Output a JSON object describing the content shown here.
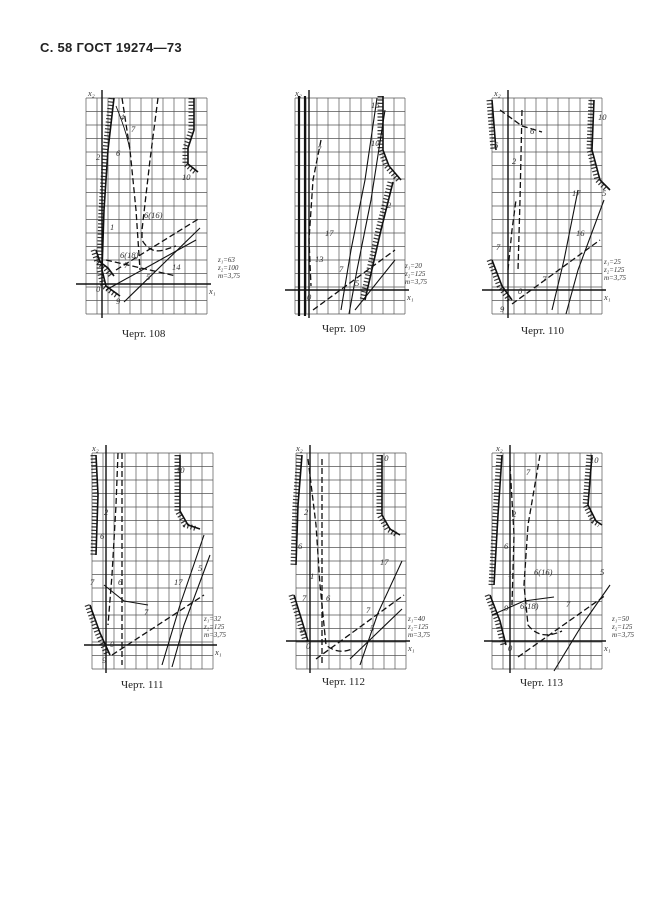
{
  "header": {
    "page_ref": "С. 58",
    "standard": "ГОСТ 19274—73"
  },
  "figures": [
    {
      "caption": "Черт. 108",
      "axis_y": "x₂",
      "axis_x": "x₁",
      "params": [
        "z₁=63",
        "z₂=100",
        "m=3,75"
      ],
      "labels": [
        "4",
        "7",
        "2",
        "6",
        "10",
        "6(16)",
        "1",
        "6(18)",
        "7",
        "5",
        "14",
        "0",
        "9"
      ]
    },
    {
      "caption": "Черт. 109",
      "axis_y": "x₂",
      "axis_x": "x₁",
      "params": [
        "z₁=20",
        "z₂=125",
        "m=3,75"
      ],
      "labels": [
        "16",
        "7",
        "10",
        "2",
        "17",
        "13",
        "7",
        "5",
        "0"
      ]
    },
    {
      "caption": "Черт. 110",
      "axis_y": "x₂",
      "axis_x": "x₁",
      "params": [
        "z₁=25",
        "z₂=125",
        "m=3,75"
      ],
      "labels": [
        "10",
        "6",
        "6",
        "2",
        "17",
        "5",
        "16",
        "7",
        "7",
        "0",
        "9"
      ]
    },
    {
      "caption": "Черт. 111",
      "axis_y": "x₂",
      "axis_x": "x₁",
      "params": [
        "z₁=32",
        "z₂=125",
        "m=3,75"
      ],
      "labels": [
        "10",
        "2",
        "6",
        "7",
        "6",
        "17",
        "5",
        "7",
        "0",
        "9"
      ]
    },
    {
      "caption": "Черт. 112",
      "axis_y": "x₂",
      "axis_x": "x₁",
      "params": [
        "z₁=40",
        "z₂=125",
        "m=3,75"
      ],
      "labels": [
        "10",
        "2",
        "6",
        "17",
        "1",
        "7",
        "6",
        "7",
        "5",
        "9",
        "0"
      ]
    },
    {
      "caption": "Черт. 113",
      "axis_y": "x₂",
      "axis_x": "x₁",
      "params": [
        "z₁=50",
        "z₂=125",
        "m=3,75"
      ],
      "labels": [
        "10",
        "7",
        "2",
        "6",
        "5",
        "1",
        "6(16)",
        "6(18)",
        "9",
        "7",
        "0"
      ]
    }
  ]
}
